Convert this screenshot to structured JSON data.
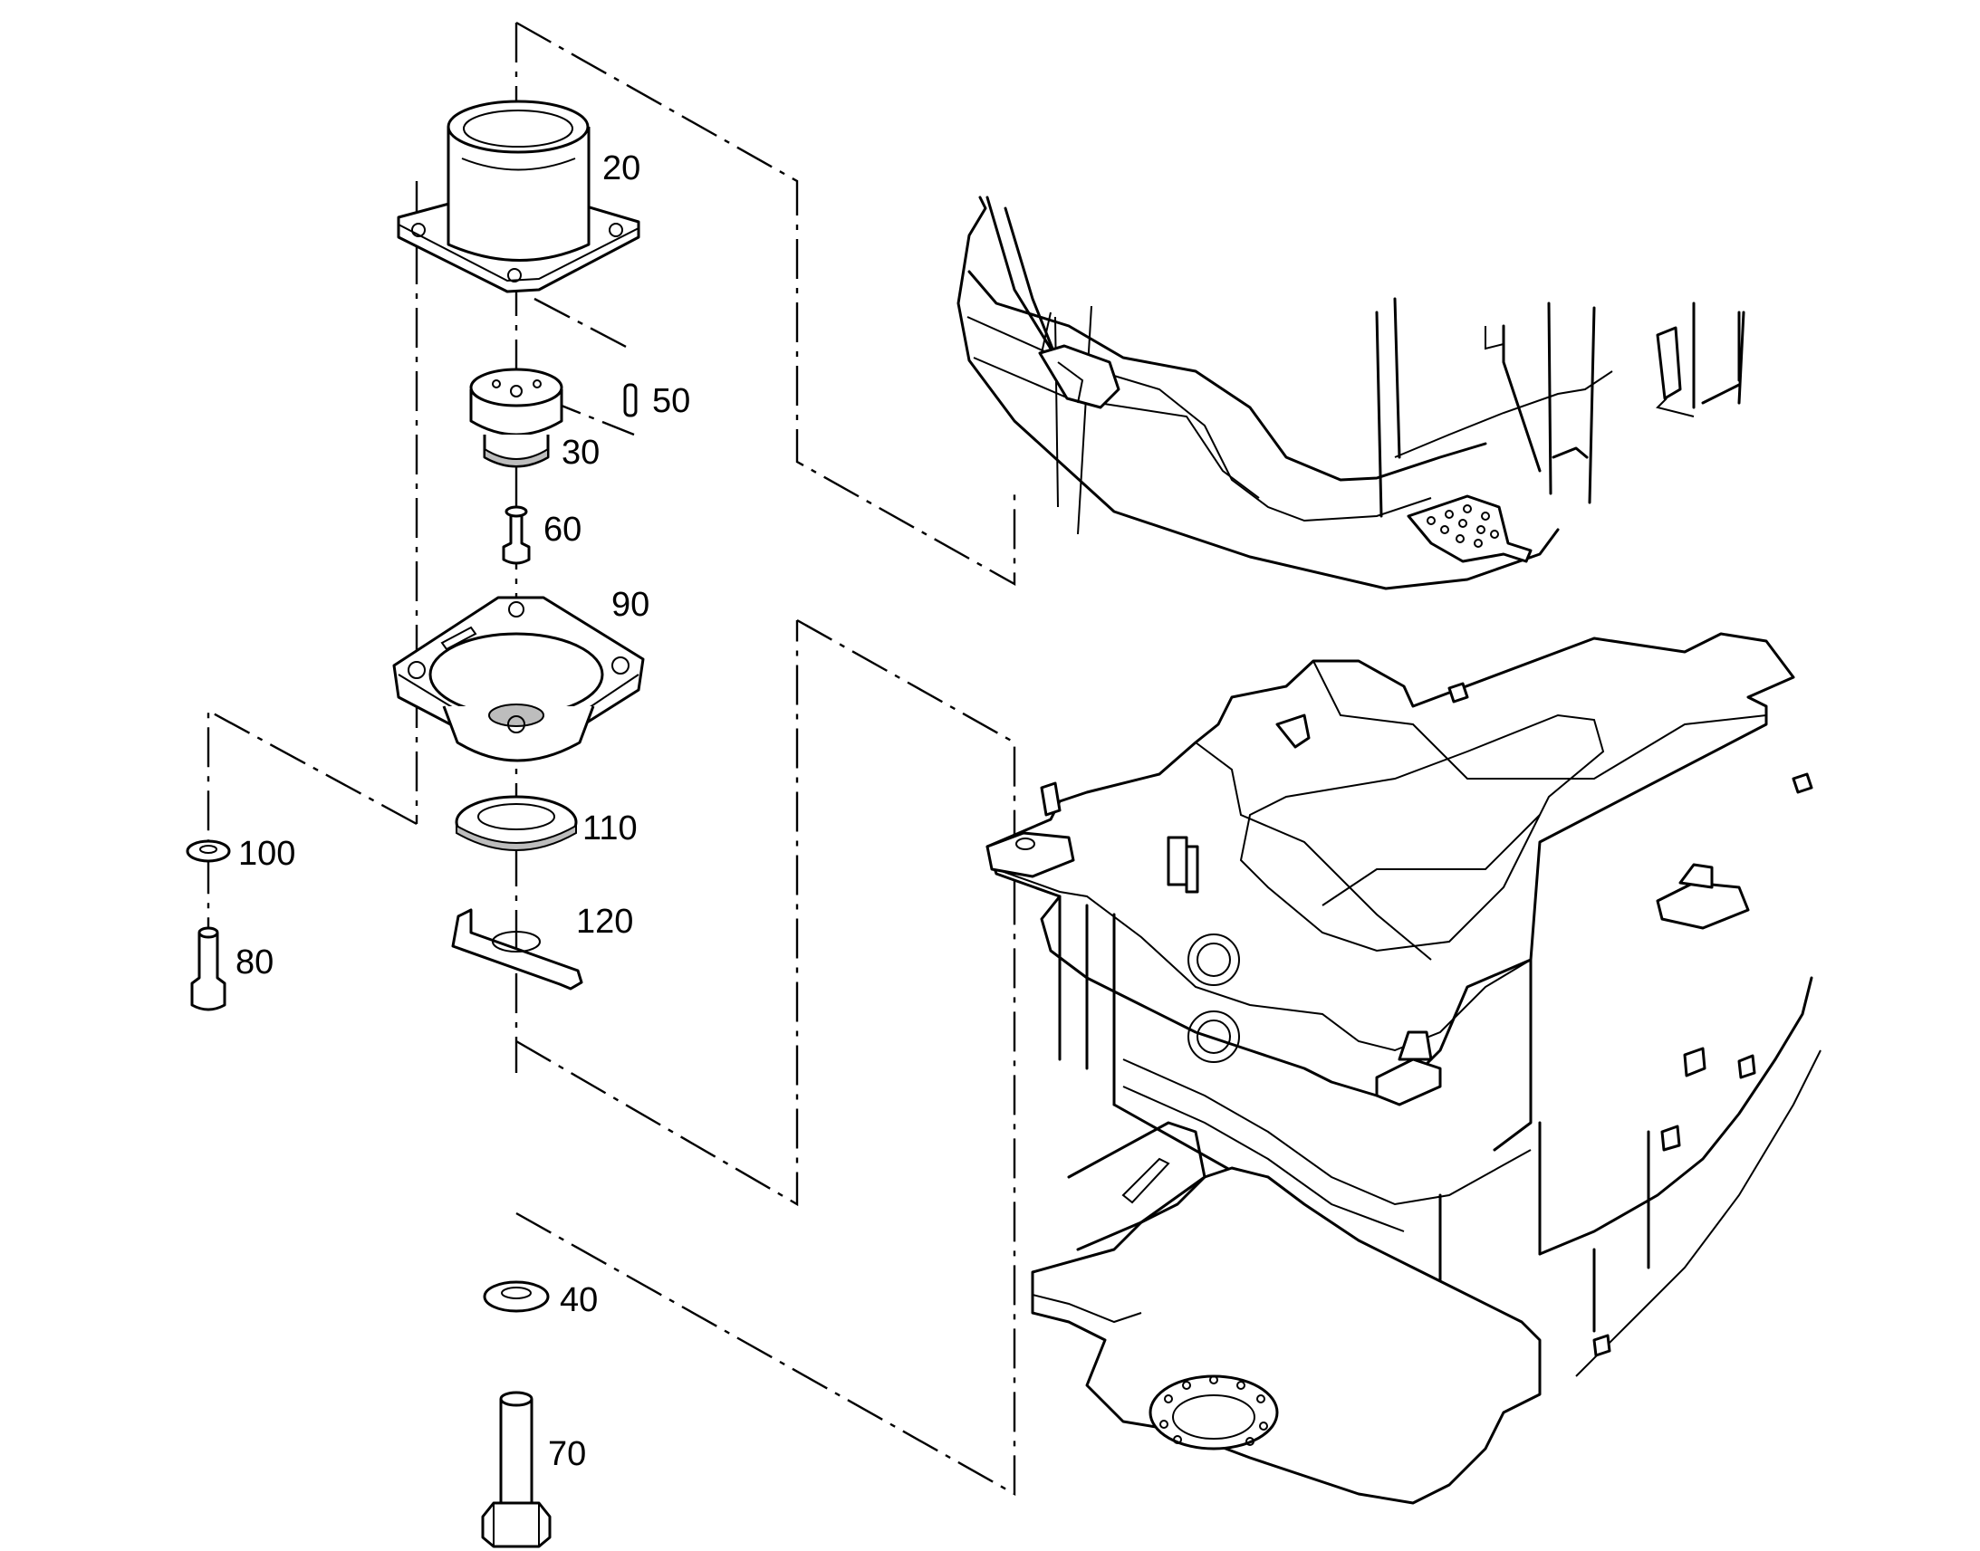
{
  "callouts": [
    {
      "id": "p20",
      "text": "20"
    },
    {
      "id": "p50",
      "text": "50"
    },
    {
      "id": "p30",
      "text": "30"
    },
    {
      "id": "p60",
      "text": "60"
    },
    {
      "id": "p90",
      "text": "90"
    },
    {
      "id": "p100",
      "text": "100"
    },
    {
      "id": "p110",
      "text": "110"
    },
    {
      "id": "p120",
      "text": "120"
    },
    {
      "id": "p80",
      "text": "80"
    },
    {
      "id": "p40",
      "text": "40"
    },
    {
      "id": "p70",
      "text": "70"
    }
  ]
}
